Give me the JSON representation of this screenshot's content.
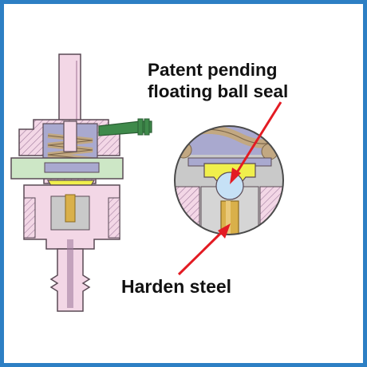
{
  "labels": {
    "ball_seal_line1": "Patent pending",
    "ball_seal_line2": "floating ball seal",
    "steel": "Harden steel"
  },
  "colors": {
    "frame": "#2d7fc4",
    "housing": "#f3d7e6",
    "outline": "#5a4a55",
    "spring_chamber": "#a9a9cf",
    "spring": "#c2a882",
    "green_part": "#cde7c6",
    "fitting": "#3f8a4b",
    "seat": "#f0ef4c",
    "ball": "#c6e1f6",
    "pin": "#d9b04a",
    "arrow": "#e31b23",
    "hatch": "#a37fa0"
  }
}
